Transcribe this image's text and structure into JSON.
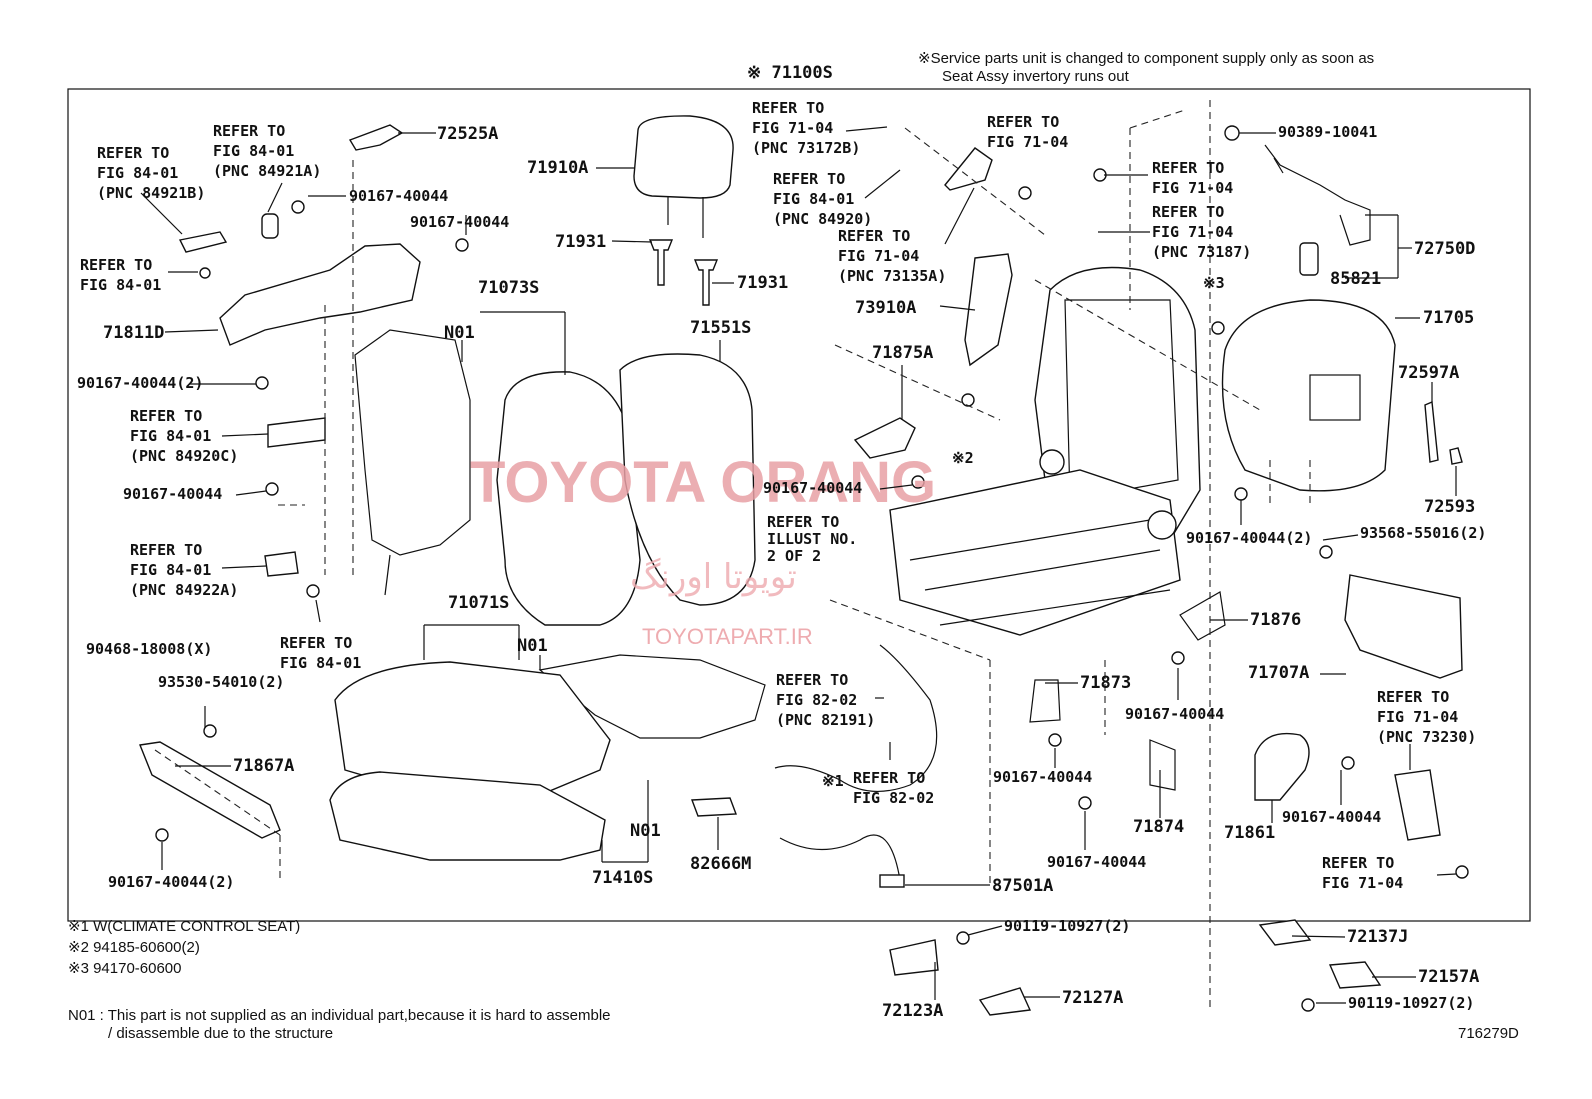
{
  "header": {
    "assembly": "※ 71100S",
    "service_note_1": "※Service parts unit is changed to component supply only as soon as",
    "service_note_2": "Seat Assy invertory runs out"
  },
  "labels": {
    "l72525A": "72525A",
    "l71910A": "71910A",
    "l71931a": "71931",
    "l71931b": "71931",
    "l71073S": "71073S",
    "l71551S": "71551S",
    "l71811D": "71811D",
    "l71071S": "71071S",
    "l71867A": "71867A",
    "l71410S": "71410S",
    "l82666M": "82666M",
    "l87501A": "87501A",
    "l73910A": "73910A",
    "l71875A": "71875A",
    "l71876": "71876",
    "l71873": "71873",
    "l71874": "71874",
    "l71861": "71861",
    "l72750D": "72750D",
    "l85821": "85821",
    "l71705": "71705",
    "l72597A": "72597A",
    "l72593": "72593",
    "l71707A": "71707A",
    "l72137J": "72137J",
    "l72157A": "72157A",
    "l72123A": "72123A",
    "l72127A": "72127A",
    "n01a": "N01",
    "n01b": "N01",
    "n01c": "N01",
    "b1": "90167-40044",
    "b2": "90167-40044",
    "b3": "90167-40044(2)",
    "b4": "90167-40044",
    "b5": "90468-18008(X)",
    "b6": "93530-54010(2)",
    "b7": "90167-40044(2)",
    "b8": "90167-40044",
    "b9": "90389-10041",
    "b10": "90167-40044(2)",
    "b11": "93568-55016(2)",
    "b12": "90167-40044",
    "b13": "90167-40044",
    "b14": "90167-40044",
    "b15": "90167-40044",
    "b16": "90119-10927(2)",
    "b17": "90119-10927(2)",
    "m3": "※3",
    "m2": "※2",
    "m1": "※1"
  },
  "refers": {
    "r1": [
      "REFER TO",
      "FIG 84-01",
      "(PNC 84921B)"
    ],
    "r2": [
      "REFER TO",
      "FIG 84-01",
      "(PNC 84921A)"
    ],
    "r3": [
      "REFER TO",
      "FIG 84-01"
    ],
    "r4": [
      "REFER TO",
      "FIG 84-01",
      "(PNC 84920C)"
    ],
    "r5": [
      "REFER TO",
      "FIG 84-01",
      "(PNC 84922A)"
    ],
    "r6": [
      "REFER TO",
      "FIG 84-01"
    ],
    "r7": [
      "REFER TO",
      "FIG 71-04",
      "(PNC 73172B)"
    ],
    "r8": [
      "REFER TO",
      "FIG 84-01",
      "(PNC 84920)"
    ],
    "r9": [
      "REFER TO",
      "FIG 71-04",
      "(PNC 73135A)"
    ],
    "r10": [
      "REFER TO",
      "FIG 71-04"
    ],
    "r11": [
      "REFER TO",
      "FIG 71-04"
    ],
    "r12": [
      "REFER TO",
      "FIG 71-04",
      "(PNC 73187)"
    ],
    "r13": [
      "REFER TO",
      "ILLUST NO.",
      "2 OF 2"
    ],
    "r14": [
      "REFER TO",
      "FIG 82-02",
      "(PNC 82191)"
    ],
    "r15": [
      "REFER TO",
      "FIG 82-02"
    ],
    "r16": [
      "REFER TO",
      "FIG 71-04",
      "(PNC 73230)"
    ],
    "r17": [
      "REFER TO",
      "FIG 71-04"
    ]
  },
  "footnotes": {
    "f1": "※1 W(CLIMATE CONTROL SEAT)",
    "f2": "※2  94185-60600(2)",
    "f3": "※3  94170-60600",
    "n01_line1": "N01 : This part is not supplied as an individual part,because it is hard to assemble",
    "n01_line2": "/ disassemble due to the structure"
  },
  "illustration_id": "716279D",
  "watermark": {
    "brand": "TOYOTA ORANG",
    "persian": "تویوتا اورنگ",
    "site": "TOYOTAPART.IR"
  }
}
